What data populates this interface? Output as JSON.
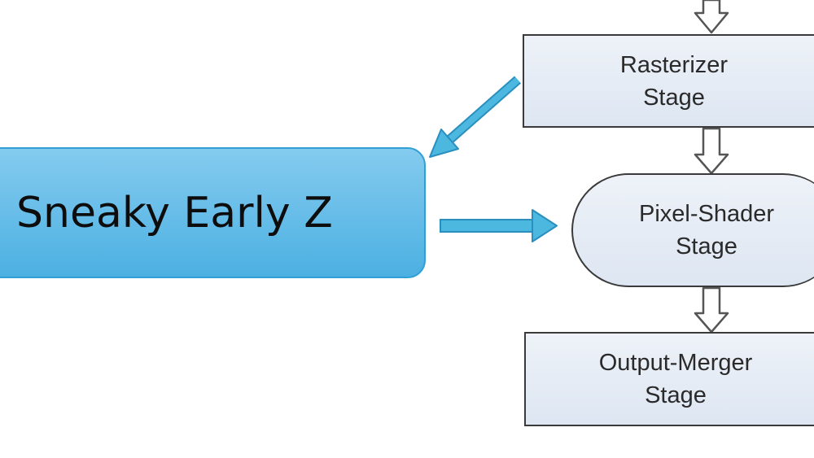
{
  "callout": {
    "label": "Sneaky Early Z",
    "fill": "#5bb8e6",
    "border": "#2f9fd6"
  },
  "pipeline": {
    "stages": [
      {
        "line1": "Rasterizer",
        "line2": "Stage"
      },
      {
        "line1": "Pixel-Shader",
        "line2": "Stage"
      },
      {
        "line1": "Output-Merger",
        "line2": "Stage"
      }
    ],
    "stage_fill": "#e6ecf5",
    "stage_border": "#3a3a3a"
  },
  "arrows": {
    "pipeline_color": "#ffffff",
    "pipeline_outline": "#555555",
    "highlight_color": "#4cb8e0",
    "highlight_outline": "#2a8fbf"
  }
}
